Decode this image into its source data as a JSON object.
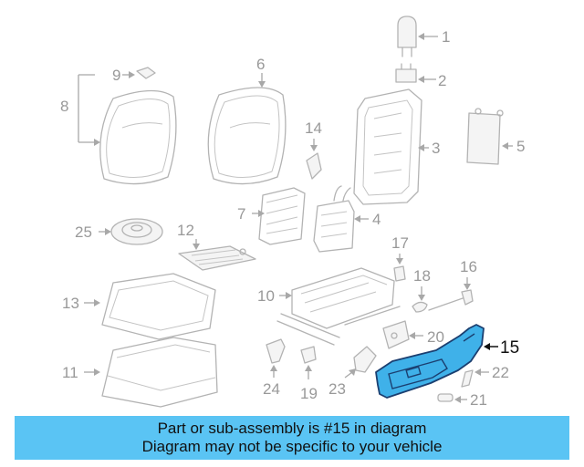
{
  "diagram": {
    "callouts": [
      {
        "label": "1"
      },
      {
        "label": "2"
      },
      {
        "label": "3"
      },
      {
        "label": "4"
      },
      {
        "label": "5"
      },
      {
        "label": "6"
      },
      {
        "label": "7"
      },
      {
        "label": "8"
      },
      {
        "label": "9"
      },
      {
        "label": "10"
      },
      {
        "label": "11"
      },
      {
        "label": "12"
      },
      {
        "label": "13"
      },
      {
        "label": "14"
      },
      {
        "label": "15"
      },
      {
        "label": "16"
      },
      {
        "label": "17"
      },
      {
        "label": "18"
      },
      {
        "label": "19"
      },
      {
        "label": "20"
      },
      {
        "label": "21"
      },
      {
        "label": "22"
      },
      {
        "label": "23"
      },
      {
        "label": "24"
      },
      {
        "label": "25"
      }
    ],
    "highlighted_part": "15",
    "highlight_color": "#3fb1e9"
  },
  "banner": {
    "line1": "Part or sub-assembly is #15 in diagram",
    "line2": "Diagram may not be specific to your vehicle",
    "background": "#5ac4f4"
  }
}
